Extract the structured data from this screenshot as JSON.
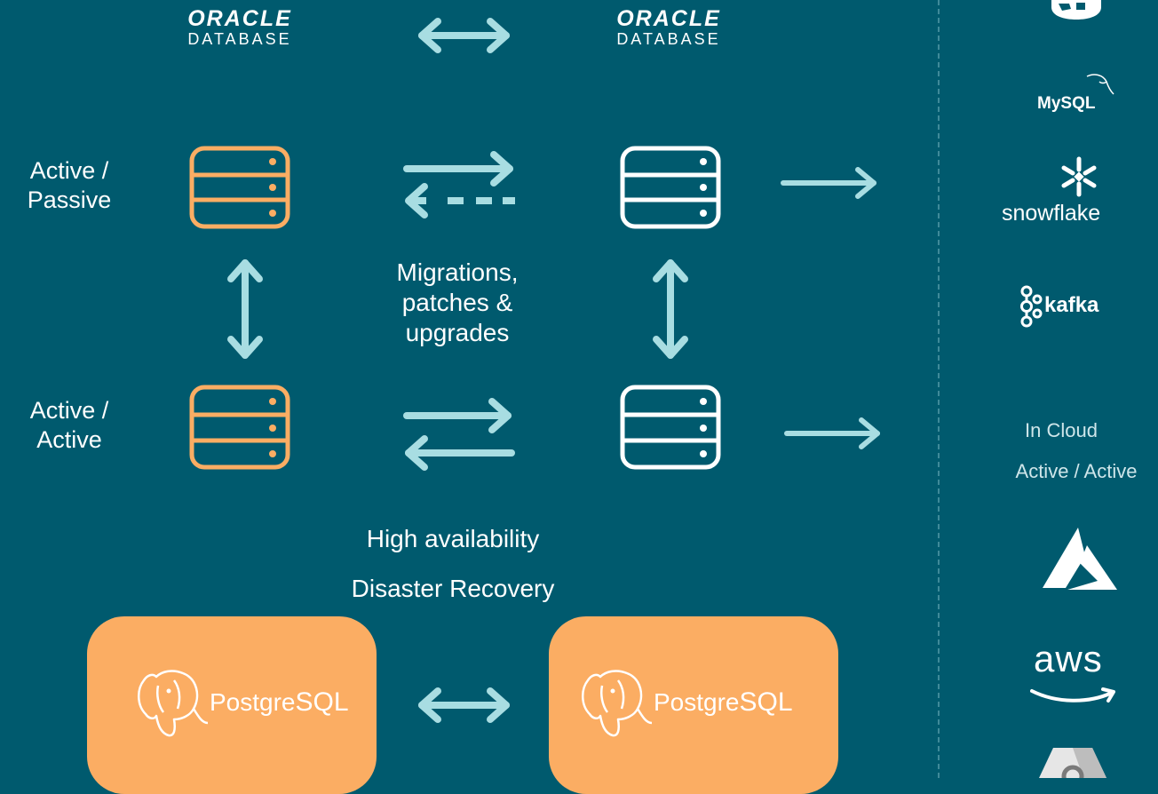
{
  "oracle_logos": [
    {
      "brand": "ORACLE",
      "sub": "DATABASE"
    },
    {
      "brand": "ORACLE",
      "sub": "DATABASE"
    }
  ],
  "row_labels": {
    "active_passive": [
      "Active /",
      "Passive"
    ],
    "active_active": [
      "Active /",
      "Active"
    ]
  },
  "center_text": {
    "migrations": [
      "Migrations,",
      "patches &",
      "upgrades"
    ],
    "ha": "High availability",
    "dr": "Disaster Recovery"
  },
  "postgres": [
    "PostgreSQL",
    "PostgreSQL"
  ],
  "postgres_prefix": "Postgre",
  "postgres_suffix": "SQL",
  "right_targets": {
    "mysql": "MySQL",
    "snowflake": "snowflake",
    "kafka": "kafka",
    "cloud_line1": "In Cloud",
    "cloud_line2": "Active / Active",
    "aws": "aws"
  },
  "colors": {
    "background": "#005a6e",
    "arrow": "#a8dde2",
    "orange": "#fbad63",
    "white": "#ffffff"
  },
  "icons": [
    "database-icon-orange",
    "database-icon-white",
    "bidirectional-arrow-icon",
    "sync-arrow-icon",
    "right-arrow-icon",
    "postgresql-elephant-icon",
    "mysql-dolphin-icon",
    "snowflake-icon",
    "kafka-icon",
    "azure-icon",
    "aws-smile-icon",
    "google-cloud-icon",
    "sql-server-icon"
  ]
}
